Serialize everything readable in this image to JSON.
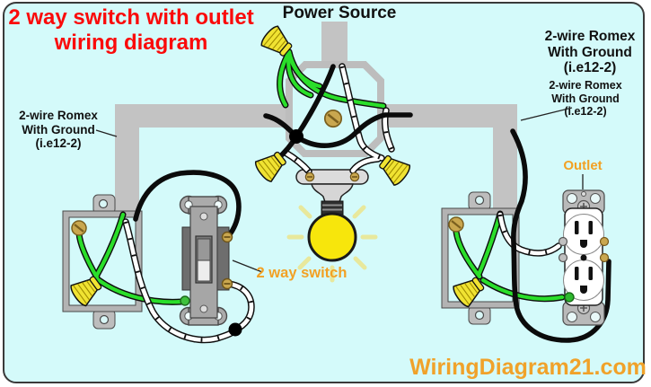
{
  "title": {
    "line1": "2 way switch with outlet",
    "line2": "wiring diagram"
  },
  "labels": {
    "power_source": "Power Source",
    "romex_left": {
      "line1": "2-wire Romex",
      "line2": "With Ground",
      "line3": "(i.e12-2)"
    },
    "romex_right_large": {
      "line1": "2-wire Romex",
      "line2": "With Ground",
      "line3": "(i.e12-2)"
    },
    "romex_right_small": {
      "line1": "2-wire Romex",
      "line2": "With Ground",
      "line3": "(i.e12-2)"
    },
    "switch": "2 way switch",
    "outlet": "Outlet",
    "watermark": "WiringDiagram21.com"
  },
  "legend": {
    "ground_wire": "green",
    "hot_wire": "black",
    "neutral_wire": "white",
    "wire_connector": "yellow wire nut"
  },
  "colors": {
    "background": "#d4fafa",
    "border": "#3a3a3a",
    "conduit_gray": "#c3c3c3",
    "box_gray": "#b3b3b3",
    "title_red": "#fa0a0a",
    "label_orange": "#f2a124",
    "watermark_orange": "#f0a22a",
    "ground_wire_green": "#2ade2a",
    "hot_wire_black": "#0b0b0b",
    "neutral_wire_white": "#ffffff",
    "wire_nut_yellow": "#f0e332",
    "bulb_yellow": "#f7e60c",
    "brass": "#c9a74f"
  }
}
